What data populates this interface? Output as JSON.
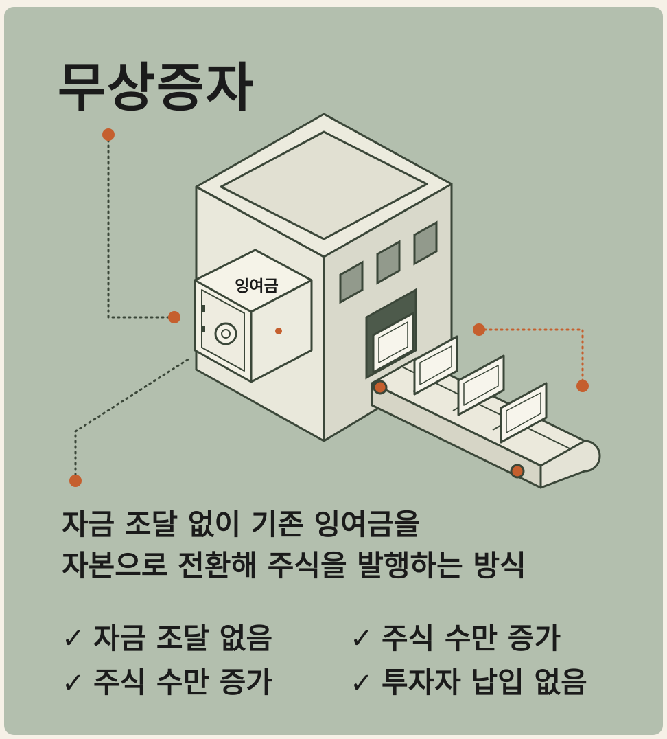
{
  "title": "무상증자",
  "illustration": {
    "safe_label": "잉여금",
    "colors": {
      "background": "#b3bfae",
      "building_fill": "#e7e6d9",
      "outline": "#3b4739",
      "window_fill": "#929a8c",
      "accent_dot": "#c55f2e"
    }
  },
  "description": {
    "line1": "자금 조달 없이 기존 잉여금을",
    "line2": "자본으로 전환해 주식을 발행하는 방식"
  },
  "checklist": {
    "check_symbol": "✓",
    "items": [
      "자금 조달 없음",
      "주식 수만 증가",
      "주식 수만 증가",
      "투자자 납입 없음"
    ]
  }
}
